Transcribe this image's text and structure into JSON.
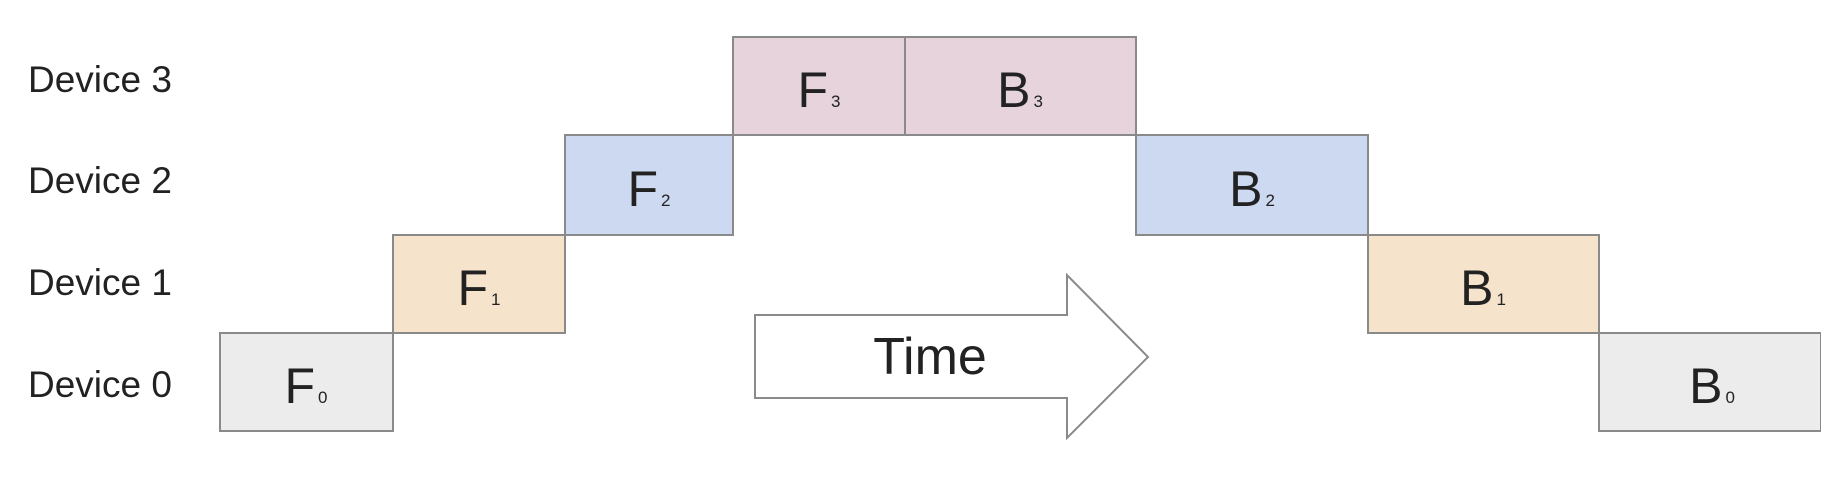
{
  "devices": [
    {
      "label": "Device 3",
      "color": "#e6d3dc"
    },
    {
      "label": "Device 2",
      "color": "#cdd9f0"
    },
    {
      "label": "Device 1",
      "color": "#f6e3cb"
    },
    {
      "label": "Device 0",
      "color": "#ececec"
    }
  ],
  "blocks": [
    {
      "id": "f0",
      "device": 0,
      "letter": "F",
      "sub": "0"
    },
    {
      "id": "f1",
      "device": 1,
      "letter": "F",
      "sub": "1"
    },
    {
      "id": "f2",
      "device": 2,
      "letter": "F",
      "sub": "2"
    },
    {
      "id": "f3",
      "device": 3,
      "letter": "F",
      "sub": "3"
    },
    {
      "id": "b3",
      "device": 3,
      "letter": "B",
      "sub": "3"
    },
    {
      "id": "b2",
      "device": 2,
      "letter": "B",
      "sub": "2"
    },
    {
      "id": "b1",
      "device": 1,
      "letter": "B",
      "sub": "1"
    },
    {
      "id": "b0",
      "device": 0,
      "letter": "B",
      "sub": "0"
    }
  ],
  "arrow": {
    "label": "Time"
  },
  "style": {
    "border_color": "#8a8a8a",
    "text_color": "#222222"
  }
}
